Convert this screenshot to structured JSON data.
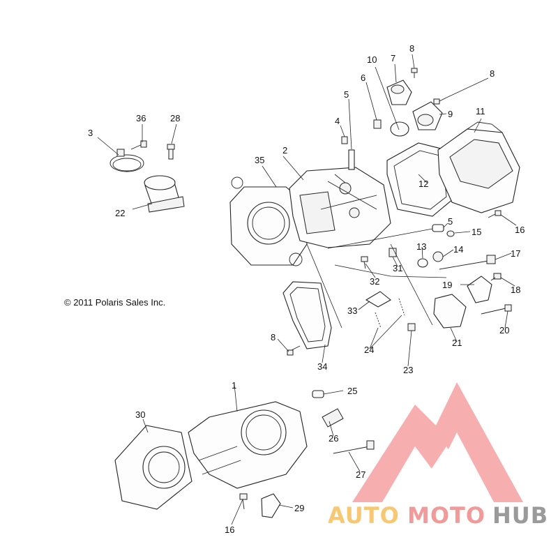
{
  "copyright": "© 2011 Polaris Sales Inc.",
  "watermark": {
    "auto": "AUTO",
    "moto": "MOTO",
    "hub": "HUB",
    "colors": {
      "auto": "#f7c873",
      "moto": "#f19a9a",
      "hub": "#9a9a9a",
      "logo": "#f5a0a0"
    }
  },
  "callouts": [
    "1",
    "2",
    "3",
    "4",
    "5",
    "5",
    "6",
    "7",
    "8",
    "8",
    "8",
    "9",
    "10",
    "11",
    "12",
    "13",
    "14",
    "15",
    "16",
    "16",
    "17",
    "18",
    "19",
    "20",
    "21",
    "22",
    "23",
    "24",
    "25",
    "26",
    "27",
    "28",
    "29",
    "30",
    "31",
    "32",
    "33",
    "34",
    "35",
    "36"
  ]
}
